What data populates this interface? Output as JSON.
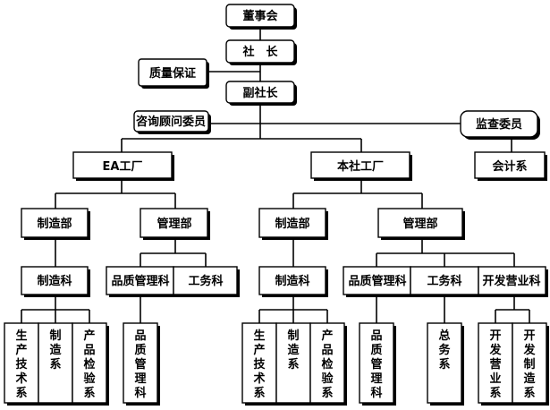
{
  "org_chart": {
    "board": "董事会",
    "president": "社　长",
    "quality_assurance": "质量保证",
    "vice_president": "副社长",
    "advisory_committee": "咨询顾问委员",
    "audit_committee": "监查委员",
    "accounting": "会计系",
    "ea_factory": {
      "name": "EA工厂",
      "manufacturing_dept": "制造部",
      "manufacturing_section": "制造科",
      "manufacturing_units": [
        "生产技术系",
        "制造系",
        "产品检验系"
      ],
      "management_dept": "管理部",
      "quality_section": "品质管理科",
      "quality_units": [
        "品质管理科"
      ],
      "engineering_section": "工务科"
    },
    "main_factory": {
      "name": "本社工厂",
      "manufacturing_dept": "制造部",
      "manufacturing_section": "制造科",
      "manufacturing_units": [
        "生产技术系",
        "制造系",
        "产品检验系"
      ],
      "management_dept": "管理部",
      "quality_section": "品质管理科",
      "quality_units": [
        "品质管理科"
      ],
      "engineering_section": "工务科",
      "engineering_units": [
        "总务系"
      ],
      "sales_section": "开发营业科",
      "sales_units": [
        "开发营业系",
        "开发制造系"
      ]
    }
  }
}
